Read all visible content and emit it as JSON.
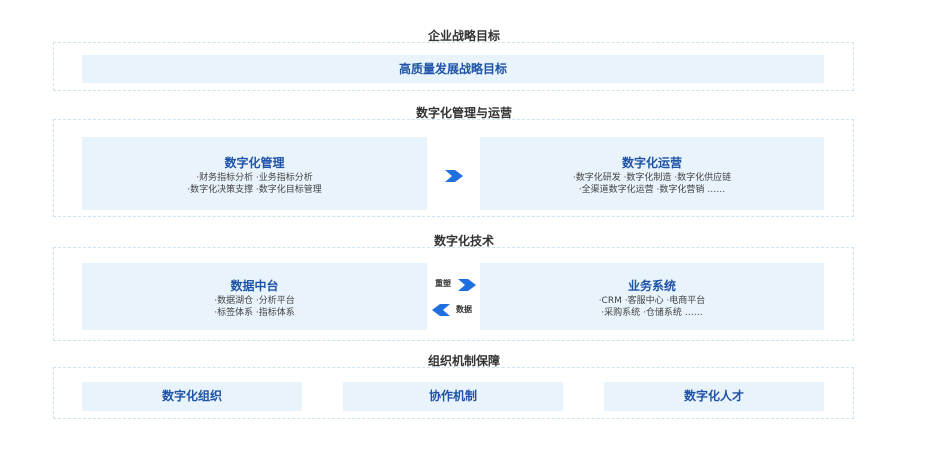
{
  "sections": {
    "strategy": {
      "title": "企业战略目标",
      "box": "高质量发展战略目标"
    },
    "management": {
      "title": "数字化管理与运营",
      "left": {
        "title": "数字化管理",
        "line1": "·财务指标分析 ·业务指标分析",
        "line2": "·数字化决策支撑 ·数字化目标管理"
      },
      "right": {
        "title": "数字化运营",
        "line1": "·数字化研发 ·数字化制造 ·数字化供应链",
        "line2": "·全渠道数字化运营 ·数字化营销 ……"
      }
    },
    "technology": {
      "title": "数字化技术",
      "left": {
        "title": "数据中台",
        "line1": "·数据湖仓 ·分析平台",
        "line2": "·标签体系 ·指标体系"
      },
      "right": {
        "title": "业务系统",
        "line1": "·CRM ·客服中心 ·电商平台",
        "line2": "·采购系统 ·仓储系统 ……"
      },
      "arrow_right_label": "重塑",
      "arrow_left_label": "数据"
    },
    "organization": {
      "title": "组织机制保障",
      "boxes": [
        "数字化组织",
        "协作机制",
        "数字化人才"
      ]
    }
  },
  "colors": {
    "box_bg": "#e8f3fb",
    "title_blue": "#1f53a8",
    "arrow_blue": "#1f6fe0",
    "border": "#cfe3ec"
  }
}
